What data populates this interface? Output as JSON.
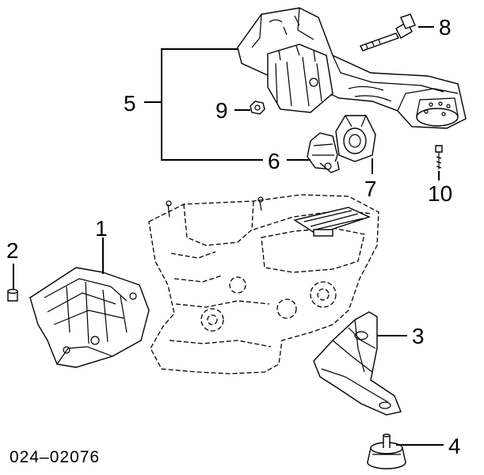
{
  "callouts": {
    "c1": "1",
    "c2": "2",
    "c3": "3",
    "c4": "4",
    "c5": "5",
    "c6": "6",
    "c7": "7",
    "c8": "8",
    "c9": "9",
    "c10": "10"
  },
  "reference_code": "024–02076",
  "parts": [
    {
      "number": "1",
      "icon": "engine-bracket-left-icon"
    },
    {
      "number": "2",
      "icon": "bolt-stud-icon"
    },
    {
      "number": "3",
      "icon": "engine-bracket-right-icon"
    },
    {
      "number": "4",
      "icon": "engine-mount-icon"
    },
    {
      "number": "5",
      "icon": "crossmember-assembly-icon"
    },
    {
      "number": "6",
      "icon": "transmission-mount-icon"
    },
    {
      "number": "7",
      "icon": "mount-cushion-icon"
    },
    {
      "number": "8",
      "icon": "long-bolt-icon"
    },
    {
      "number": "9",
      "icon": "nut-icon"
    },
    {
      "number": "10",
      "icon": "bolt-icon"
    }
  ]
}
